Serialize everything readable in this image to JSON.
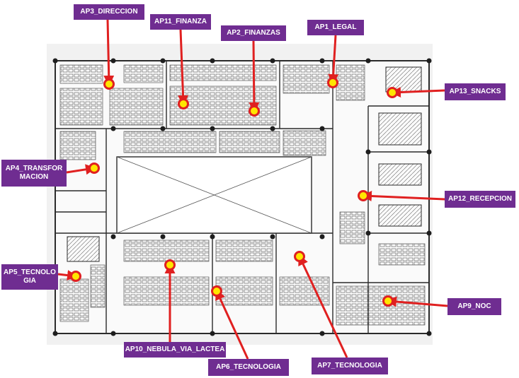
{
  "access_points": [
    {
      "id": "ap3",
      "label": "AP3_DIRECCION"
    },
    {
      "id": "ap11",
      "label": "AP11_FINANZA"
    },
    {
      "id": "ap2",
      "label": "AP2_FINANZAS"
    },
    {
      "id": "ap1",
      "label": "AP1_LEGAL"
    },
    {
      "id": "ap13",
      "label": "AP13_SNACKS"
    },
    {
      "id": "ap4",
      "label": "AP4_TRANSFOR MACION"
    },
    {
      "id": "ap12",
      "label": "AP12_RECEPCION"
    },
    {
      "id": "ap5",
      "label": "AP5_TECNOLO GIA"
    },
    {
      "id": "ap9",
      "label": "AP9_NOC"
    },
    {
      "id": "ap10",
      "label": "AP10_NEBULA_VIA_LACTEA"
    },
    {
      "id": "ap6",
      "label": "AP6_TECNOLOGIA"
    },
    {
      "id": "ap7",
      "label": "AP7_TECNOLOGIA"
    }
  ],
  "colors": {
    "label_bg": "#6f2d91",
    "label_text": "#ffffff",
    "arrow": "#e02020",
    "marker_fill": "#ffe600",
    "marker_ring": "#e02020",
    "plan_line": "#2b2b2b",
    "plan_bg": "#f1f1f1"
  }
}
